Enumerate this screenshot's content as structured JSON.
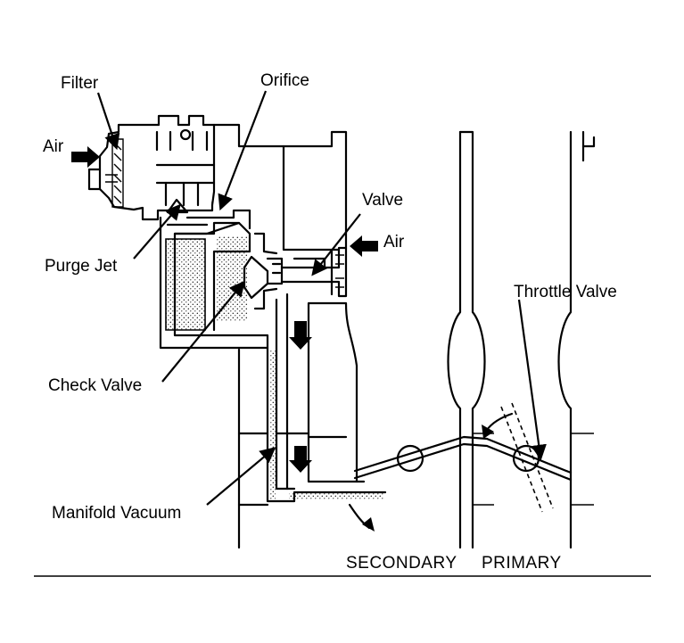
{
  "labels": {
    "filter": "Filter",
    "orifice": "Orifice",
    "air_left": "Air",
    "valve": "Valve",
    "air_right": "Air",
    "purge_jet": "Purge Jet",
    "throttle_valve": "Throttle Valve",
    "check_valve": "Check Valve",
    "manifold_vacuum": "Manifold Vacuum",
    "secondary": "SECONDARY",
    "primary": "PRIMARY"
  },
  "colors": {
    "ink": "#000000",
    "background": "#ffffff"
  }
}
